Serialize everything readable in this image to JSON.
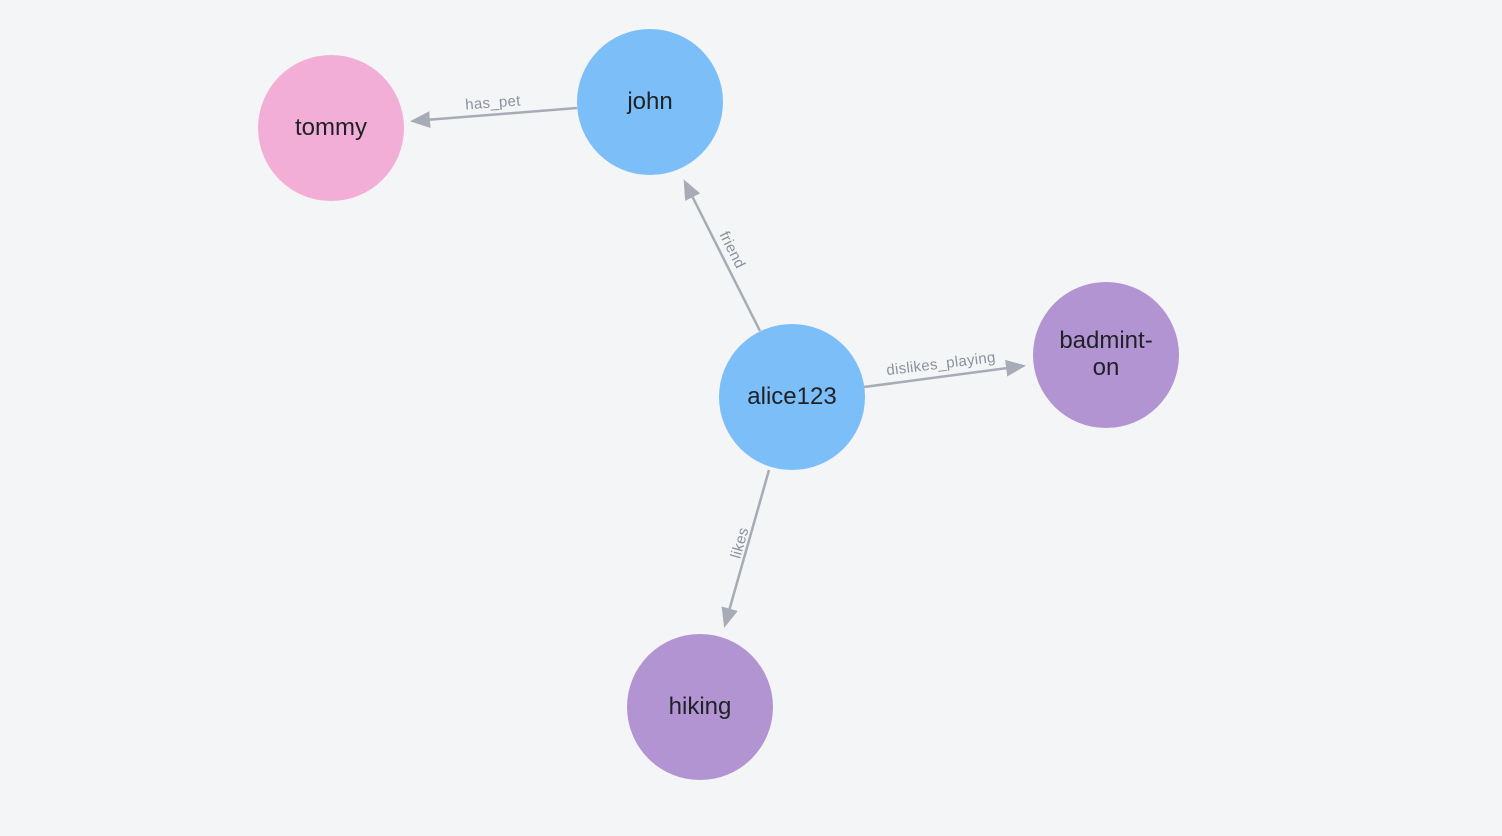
{
  "canvas": {
    "background_color": "#f4f5f6"
  },
  "palette": {
    "person_node_fill": "#7cbef8",
    "pet_node_fill": "#f2aed6",
    "interest_node_fill": "#b394d3",
    "edge_stroke": "#a6abb5",
    "edge_label_text": "#8c919c",
    "node_label_text": "#1e2227"
  },
  "graph": {
    "nodes": [
      {
        "id": "tommy",
        "label": "tommy",
        "display": "tommy",
        "color": "#f2aed6"
      },
      {
        "id": "john",
        "label": "john",
        "display": "john",
        "color": "#7cbef8"
      },
      {
        "id": "alice123",
        "label": "alice123",
        "display": "alice123",
        "color": "#7cbef8"
      },
      {
        "id": "badminton",
        "label": "badminton",
        "display": "badmint-\non",
        "color": "#b394d3"
      },
      {
        "id": "hiking",
        "label": "hiking",
        "display": "hiking",
        "color": "#b394d3"
      }
    ],
    "edges": [
      {
        "from": "john",
        "to": "tommy",
        "label": "has_pet"
      },
      {
        "from": "alice123",
        "to": "john",
        "label": "friend"
      },
      {
        "from": "alice123",
        "to": "badminton",
        "label": "dislikes_playing"
      },
      {
        "from": "alice123",
        "to": "hiking",
        "label": "likes"
      }
    ]
  }
}
